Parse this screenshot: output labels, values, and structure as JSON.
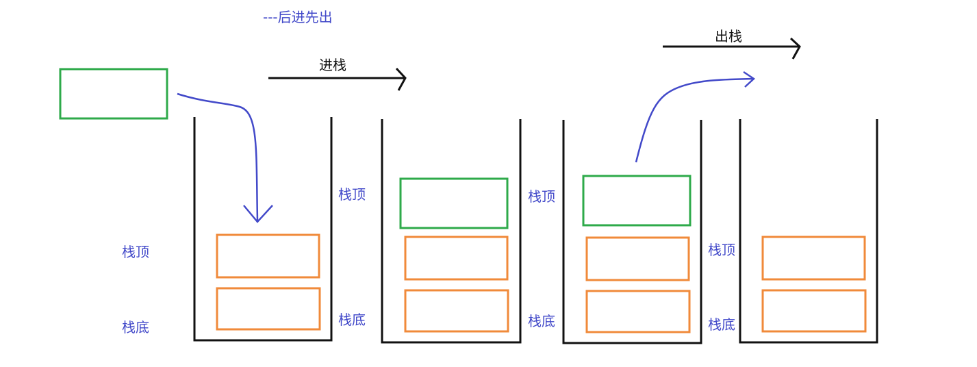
{
  "title": "---后进先出",
  "push_label": "进栈",
  "pop_label": "出栈",
  "stacks": [
    {
      "id": "stack-1",
      "top_label": "栈顶",
      "bottom_label": "栈底"
    },
    {
      "id": "stack-2",
      "top_label": "栈顶",
      "bottom_label": "栈底"
    },
    {
      "id": "stack-3",
      "top_label": "栈顶",
      "bottom_label": "栈底"
    },
    {
      "id": "stack-4",
      "top_label": "栈顶",
      "bottom_label": "栈底"
    }
  ],
  "colors": {
    "label_blue": "#4249c9",
    "container": "#111111",
    "new_element": "#2eaa4a",
    "existing_element": "#f08a3a",
    "curve_arrow": "#4249c9"
  }
}
